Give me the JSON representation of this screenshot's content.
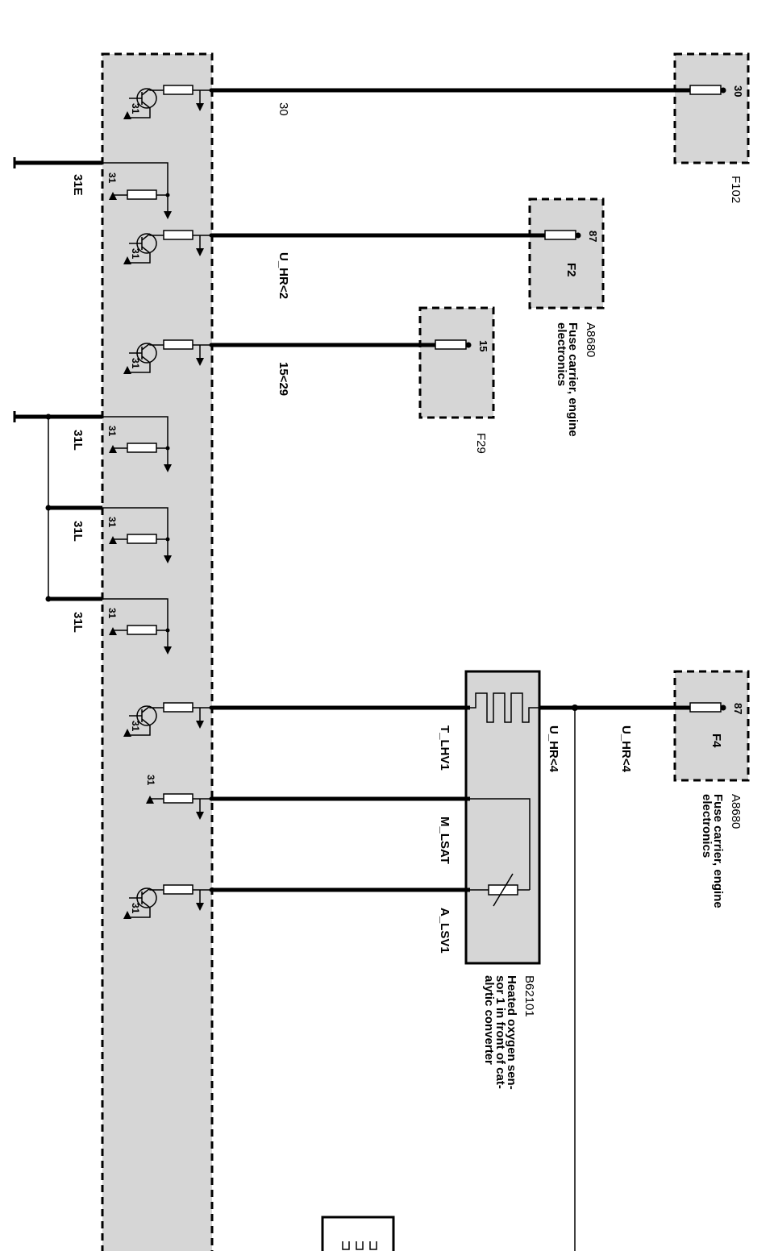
{
  "labels": {
    "w_30": "30",
    "w_31e": "31E",
    "w_uhr2": "U_HR<2",
    "w_15_29": "15<29",
    "w_31l_1": "31L",
    "w_31l_2": "31L",
    "w_31l_3": "31L",
    "w_tlhv1": "T_LHV1",
    "w_mlsat": "M_LSAT",
    "w_alsv1": "A_LSV1",
    "w_uhr4_a": "U_HR<4",
    "w_uhr4_b": "U_HR<4"
  },
  "ground_pin": "31",
  "components": {
    "f102": {
      "id": "F102",
      "pin": "30"
    },
    "f2": {
      "fuse": "F2",
      "pin": "87",
      "id": "A8680",
      "desc_1": "Fuse carrier, engine",
      "desc_2": "electronics"
    },
    "f29": {
      "id": "F29",
      "pin": "15"
    },
    "f4": {
      "fuse": "F4",
      "pin": "87",
      "id": "A8680",
      "desc_1": "Fuse carrier, engine",
      "desc_2": "electronics"
    },
    "b62101": {
      "id": "B62101",
      "desc_1": "Heated oxygen sen-",
      "desc_2": "sor 1 in front of cat-",
      "desc_3": "alytic converter"
    }
  }
}
